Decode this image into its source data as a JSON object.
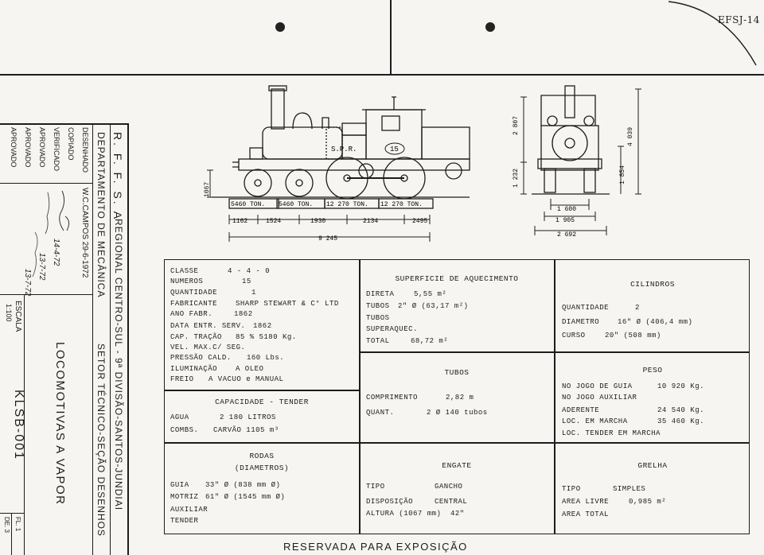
{
  "header": {
    "corner_code": "EFSJ-14",
    "footer": "RESERVADA PARA EXPOSIÇÃO"
  },
  "titleblock": {
    "org": "R. F. F. S. A",
    "regional": "REGIONAL CENTRO-SUL - 9ª DIVISÃO-SANTOS-JUNDIAI",
    "department": "DEPARTAMENTO DE MECÂNICA",
    "sector": "SETOR TÉCNICO-SEÇÃO DESENHOS",
    "title": "LOCOMOTIVAS A VAPOR",
    "drawing_no": "KLSB-001",
    "scale_label": "ESCALA",
    "scale": "1:100",
    "sheet_label": "FL. 1",
    "sheet_total": "DE. 3",
    "roles": [
      {
        "role": "DESENHADO",
        "value": "W.C.CAMPOS 29-6-1972"
      },
      {
        "role": "COPIADO",
        "value": ""
      },
      {
        "role": "VERIFICADO",
        "value": "14-4-72"
      },
      {
        "role": "APROVADO",
        "value": ""
      },
      {
        "role": "APROVADO",
        "value": "13-7-72"
      },
      {
        "role": "APROVADO",
        "value": "13-7-72"
      }
    ]
  },
  "drawing": {
    "loco_label": "S.P.R.",
    "loco_number": "15",
    "axle_loads": [
      "5460 TON.",
      "5460 TON.",
      "12 270 TON.",
      "12 270 TON."
    ],
    "wheelbase": [
      "1162",
      "1524",
      "1930",
      "2134",
      "2495"
    ],
    "total_length": "9 245",
    "rail_height": "1067",
    "front_dims": {
      "height_a": "2 807",
      "height_b": "4 039",
      "height_c": "1 232",
      "height_d": "1 854",
      "width_a": "1 600",
      "width_b": "1 905",
      "width_c": "2 692"
    }
  },
  "specs": {
    "general": [
      {
        "label": "CLASSE",
        "value": "4 - 4 - 0"
      },
      {
        "label": "NUMEROS",
        "value": "15"
      },
      {
        "label": "QUANTIDADE",
        "value": "1"
      },
      {
        "label": "FABRICANTE",
        "value": "SHARP STEWART & C° LTD"
      },
      {
        "label": "ANO FABR.",
        "value": "1862"
      },
      {
        "label": "DATA ENTR. SERV.",
        "value": "1862"
      },
      {
        "label": "CAP. TRAÇÃO",
        "value": "85 %  5180 Kg."
      },
      {
        "label": "VEL. MAX.C/ SEG.",
        "value": ""
      },
      {
        "label": "PRESSÃO CALD.",
        "value": "160 Lbs."
      },
      {
        "label": "ILUMINAÇÃO",
        "value": "A OLEO"
      },
      {
        "label": "FREIO",
        "value": "A VACUO e MANUAL"
      }
    ],
    "heating_surface": {
      "title": "SUPERFICIE DE AQUECIMENTO",
      "rows": [
        {
          "label": "DIRETA",
          "value": "5,55 m²"
        },
        {
          "label": "TUBOS",
          "value": "2\" Ø (63,17 m²)"
        },
        {
          "label": "TUBOS",
          "value": ""
        },
        {
          "label": "SUPERAQUEC.",
          "value": ""
        },
        {
          "label": "TOTAL",
          "value": "68,72 m²"
        }
      ]
    },
    "cylinders": {
      "title": "CILINDROS",
      "rows": [
        {
          "label": "QUANTIDADE",
          "value": "2"
        },
        {
          "label": "DIAMETRO",
          "value": "16\" Ø (406,4 mm)"
        },
        {
          "label": "CURSO",
          "value": "20\" (508 mm)"
        }
      ]
    },
    "tender": {
      "title": "CAPACIDADE - TENDER",
      "rows": [
        {
          "label": "AGUA",
          "value": "2 180 LITROS"
        },
        {
          "label": "COMBS.",
          "value": "CARVÃO  1105 m³"
        }
      ]
    },
    "tubes": {
      "title": "TUBOS",
      "rows": [
        {
          "label": "COMPRIMENTO",
          "value": "2,82 m"
        },
        {
          "label": "QUANT.",
          "value": "2 Ø   140 tubos"
        }
      ]
    },
    "weight": {
      "title": "PESO",
      "rows": [
        {
          "label": "NO JOGO DE GUIA",
          "value": "10 920 Kg."
        },
        {
          "label": "NO JOGO AUXILIAR",
          "value": ""
        },
        {
          "label": "ADERENTE",
          "value": "24 540 Kg."
        },
        {
          "label": "LOC. EM MARCHA",
          "value": "35 460 Kg."
        },
        {
          "label": "LOC. TENDER EM MARCHA",
          "value": ""
        }
      ]
    },
    "wheels": {
      "title": "RODAS",
      "subtitle": "(DIAMETROS)",
      "rows": [
        {
          "label": "GUIA",
          "value": "33\" Ø (838 mm Ø)"
        },
        {
          "label": "MOTRIZ",
          "value": "61\" Ø (1545 mm Ø)"
        },
        {
          "label": "AUXILIAR",
          "value": ""
        },
        {
          "label": "TENDER",
          "value": ""
        }
      ]
    },
    "coupling": {
      "title": "ENGATE",
      "rows": [
        {
          "label": "TIPO",
          "value": "GANCHO"
        },
        {
          "label": "DISPOSIÇÃO",
          "value": "CENTRAL"
        },
        {
          "label": "ALTURA (1067 mm)",
          "value": "42\""
        }
      ]
    },
    "grate": {
      "title": "GRELHA",
      "rows": [
        {
          "label": "TIPO",
          "value": "SIMPLES"
        },
        {
          "label": "AREA LIVRE",
          "value": "0,985 m²"
        },
        {
          "label": "AREA TOTAL",
          "value": ""
        }
      ]
    }
  }
}
